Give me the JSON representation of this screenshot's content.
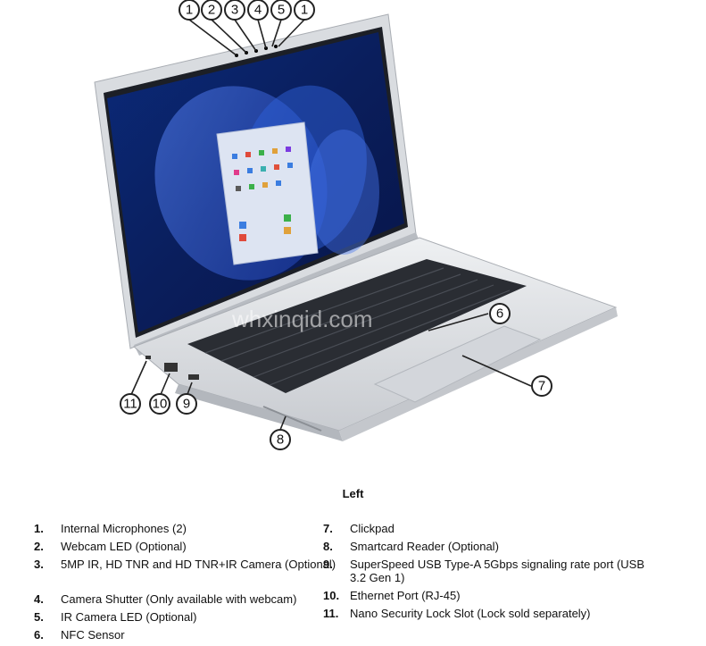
{
  "figure": {
    "watermark": "whxinqid.com",
    "callouts": [
      "1",
      "2",
      "3",
      "4",
      "5",
      "1",
      "6",
      "7",
      "8",
      "9",
      "10",
      "11"
    ]
  },
  "caption": "Left",
  "legend": {
    "left": [
      {
        "num": "1.",
        "text": "Internal Microphones (2)"
      },
      {
        "num": "2.",
        "text": "Webcam LED (Optional)"
      },
      {
        "num": "3.",
        "text": "5MP IR, HD TNR and HD TNR+IR Camera (Optional)"
      },
      {
        "num": "4.",
        "text": "Camera Shutter (Only available with webcam)"
      },
      {
        "num": "5.",
        "text": "IR Camera LED (Optional)"
      },
      {
        "num": "6.",
        "text": "NFC Sensor"
      }
    ],
    "right": [
      {
        "num": "7.",
        "text": "Clickpad"
      },
      {
        "num": "8.",
        "text": "Smartcard Reader (Optional)"
      },
      {
        "num": "9.",
        "text": "SuperSpeed USB Type-A 5Gbps signaling rate port (USB 3.2 Gen 1)"
      },
      {
        "num": "10.",
        "text": "Ethernet Port (RJ-45)"
      },
      {
        "num": "11.",
        "text": "Nano Security Lock Slot (Lock sold separately)"
      }
    ]
  },
  "colors": {
    "chassis": "#dfe2e6",
    "screen_bg": "#0a1e5c",
    "bloom": "#2f63e0"
  }
}
